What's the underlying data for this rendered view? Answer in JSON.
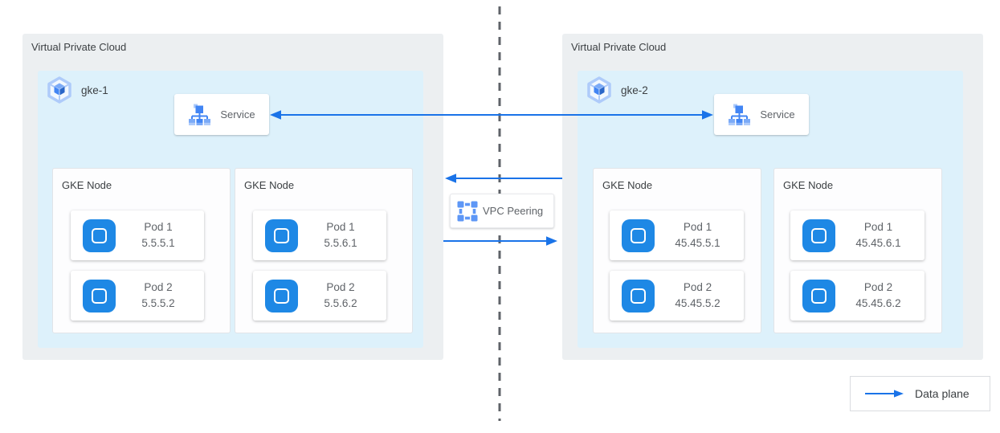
{
  "colors": {
    "arrow": "#1a73e8",
    "vpc_bg": "#eceff1",
    "cluster_bg": "#ddf1fb",
    "pod_icon_bg": "#1e88e5",
    "dashed_line": "#5f6368"
  },
  "left_vpc": {
    "label": "Virtual Private Cloud",
    "cluster_name": "gke-1",
    "service_label": "Service",
    "nodes": [
      {
        "label": "GKE Node",
        "pods": [
          {
            "name": "Pod 1",
            "ip": "5.5.5.1"
          },
          {
            "name": "Pod 2",
            "ip": "5.5.5.2"
          }
        ]
      },
      {
        "label": "GKE Node",
        "pods": [
          {
            "name": "Pod 1",
            "ip": "5.5.6.1"
          },
          {
            "name": "Pod 2",
            "ip": "5.5.6.2"
          }
        ]
      }
    ]
  },
  "right_vpc": {
    "label": "Virtual Private Cloud",
    "cluster_name": "gke-2",
    "service_label": "Service",
    "nodes": [
      {
        "label": "GKE Node",
        "pods": [
          {
            "name": "Pod 1",
            "ip": "45.45.5.1"
          },
          {
            "name": "Pod 2",
            "ip": "45.45.5.2"
          }
        ]
      },
      {
        "label": "GKE Node",
        "pods": [
          {
            "name": "Pod 1",
            "ip": "45.45.6.1"
          },
          {
            "name": "Pod 2",
            "ip": "45.45.6.2"
          }
        ]
      }
    ]
  },
  "peering": {
    "label": "VPC Peering"
  },
  "legend": {
    "label": "Data plane"
  }
}
